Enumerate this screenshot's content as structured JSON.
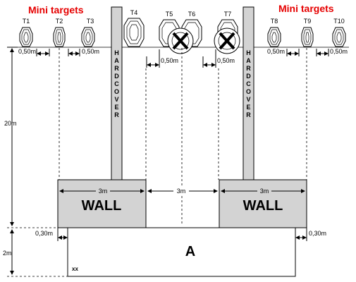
{
  "titles": {
    "left": "Mini targets",
    "right": "Mini targets"
  },
  "targets": [
    "T1",
    "T2",
    "T3",
    "T4",
    "T5",
    "T6",
    "T7",
    "T8",
    "T9",
    "T10"
  ],
  "spacing_labels": {
    "t1_t2": "0,50m",
    "t2_t3": "0,50m",
    "t4_t5": "0,50m",
    "t6_t7": "0,50m",
    "t8_t9": "0,50m",
    "t9_t10": "0,50m"
  },
  "hardcover": {
    "left": "HARDCOVER",
    "right": "HARDCOVER"
  },
  "walls": {
    "left": {
      "label": "WALL",
      "width": "3m"
    },
    "right": {
      "label": "WALL",
      "width": "3m"
    },
    "gap": "3m"
  },
  "distances": {
    "range": "20m",
    "box_depth": "2m",
    "left_offset": "0,30m",
    "right_offset": "0,30m"
  },
  "area": {
    "label": "A",
    "corner": "xx"
  },
  "colors": {
    "title": "#e60000",
    "wall_fill": "#d3d3d3",
    "line": "#000000"
  }
}
